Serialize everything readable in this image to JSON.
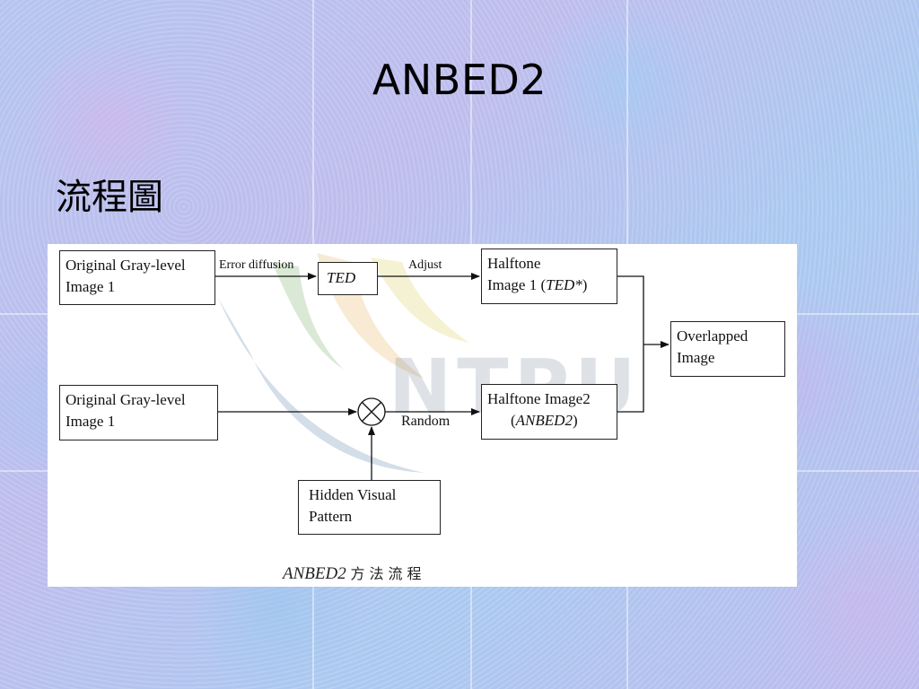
{
  "slide": {
    "title": "ANBED2",
    "subtitle": "流程圖"
  },
  "diagram": {
    "nodes": {
      "original1": {
        "line1": "Original Gray-level",
        "line2": "Image 1"
      },
      "ted": {
        "label": "TED"
      },
      "halftone1": {
        "line1": "Halftone",
        "line2_prefix": "Image 1 (",
        "line2_italic": "TED*",
        "line2_suffix": ")"
      },
      "overlapped": {
        "line1": "Overlapped",
        "line2": "Image"
      },
      "original2": {
        "line1": "Original Gray-level",
        "line2": "Image 1"
      },
      "halftone2": {
        "line1": "Halftone Image2",
        "line2_prefix": "(",
        "line2_italic": "ANBED2",
        "line2_suffix": ")"
      },
      "hidden": {
        "line1": "Hidden Visual",
        "line2": "Pattern"
      }
    },
    "edges": {
      "error_diffusion": "Error diffusion",
      "adjust": "Adjust",
      "random": "Random"
    },
    "caption": {
      "latin": "ANBED2",
      "cjk": "方法流程"
    },
    "watermark": "NTPU",
    "operator_icon": "multiplication-circle-icon"
  }
}
